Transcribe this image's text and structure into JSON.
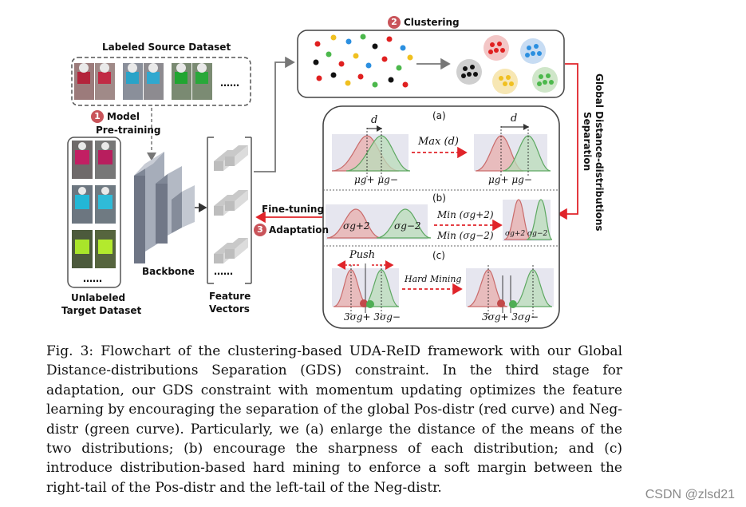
{
  "labels": {
    "source_dataset": "Labeled Source Dataset",
    "step1_num": "1",
    "step1_line1": "Model",
    "step1_line2": "Pre-training",
    "step2_num": "2",
    "step2": "Clustering",
    "step3_num": "3",
    "step3_line1": "Fine-tuning",
    "step3_line2": "Adaptation",
    "backbone": "Backbone",
    "feature_line1": "Feature",
    "feature_line2": "Vectors",
    "target_line1": "Unlabeled",
    "target_line2": "Target Dataset",
    "gds_line1": "Global Distance-distributions",
    "gds_line2": "Separation",
    "ellipsis": "……"
  },
  "panels": {
    "a": {
      "tag": "(a)",
      "d_left": "d",
      "d_right": "d",
      "op": "Max (d)",
      "mu_left": "μg+ μg−",
      "mu_right": "μg+ μg−"
    },
    "b": {
      "tag": "(b)",
      "sig_pos": "σg+2",
      "sig_neg": "σg−2",
      "op1": "Min (σg+2)",
      "op2": "Min (σg−2)",
      "sig_small": "σg+2 σg−2"
    },
    "c": {
      "tag": "(c)",
      "push": "Push",
      "hard": "Hard Mining",
      "sig_left": "3σg+ 3σg−",
      "sig_right": "3σg+ 3σg−"
    }
  },
  "caption": "Fig. 3: Flowchart of the clustering-based UDA-ReID framework with our Global Distance-distributions Separation (GDS) constraint. In the third stage for adaptation, our GDS constraint with momentum updating optimizes the feature learning by encouraging the separation of the global Pos-distr (red curve) and Neg-distr (green curve). Particularly, we (a) enlarge the distance of the means of the two distributions; (b) encourage the sharpness of each distribution; and (c) introduce distribution-based hard mining to enforce a soft margin between the right-tail of the Pos-distr and the left-tail of the Neg-distr.",
  "watermark": "CSDN @zlsd21",
  "colors": {
    "pos": "#c96b6b",
    "pos_fill": "#e8b4b4",
    "neg": "#5ea862",
    "neg_fill": "#b9dcb9",
    "arrow_red": "#e0242a",
    "badge": "#c9545a",
    "panel_bg": "#e6e6ef"
  }
}
